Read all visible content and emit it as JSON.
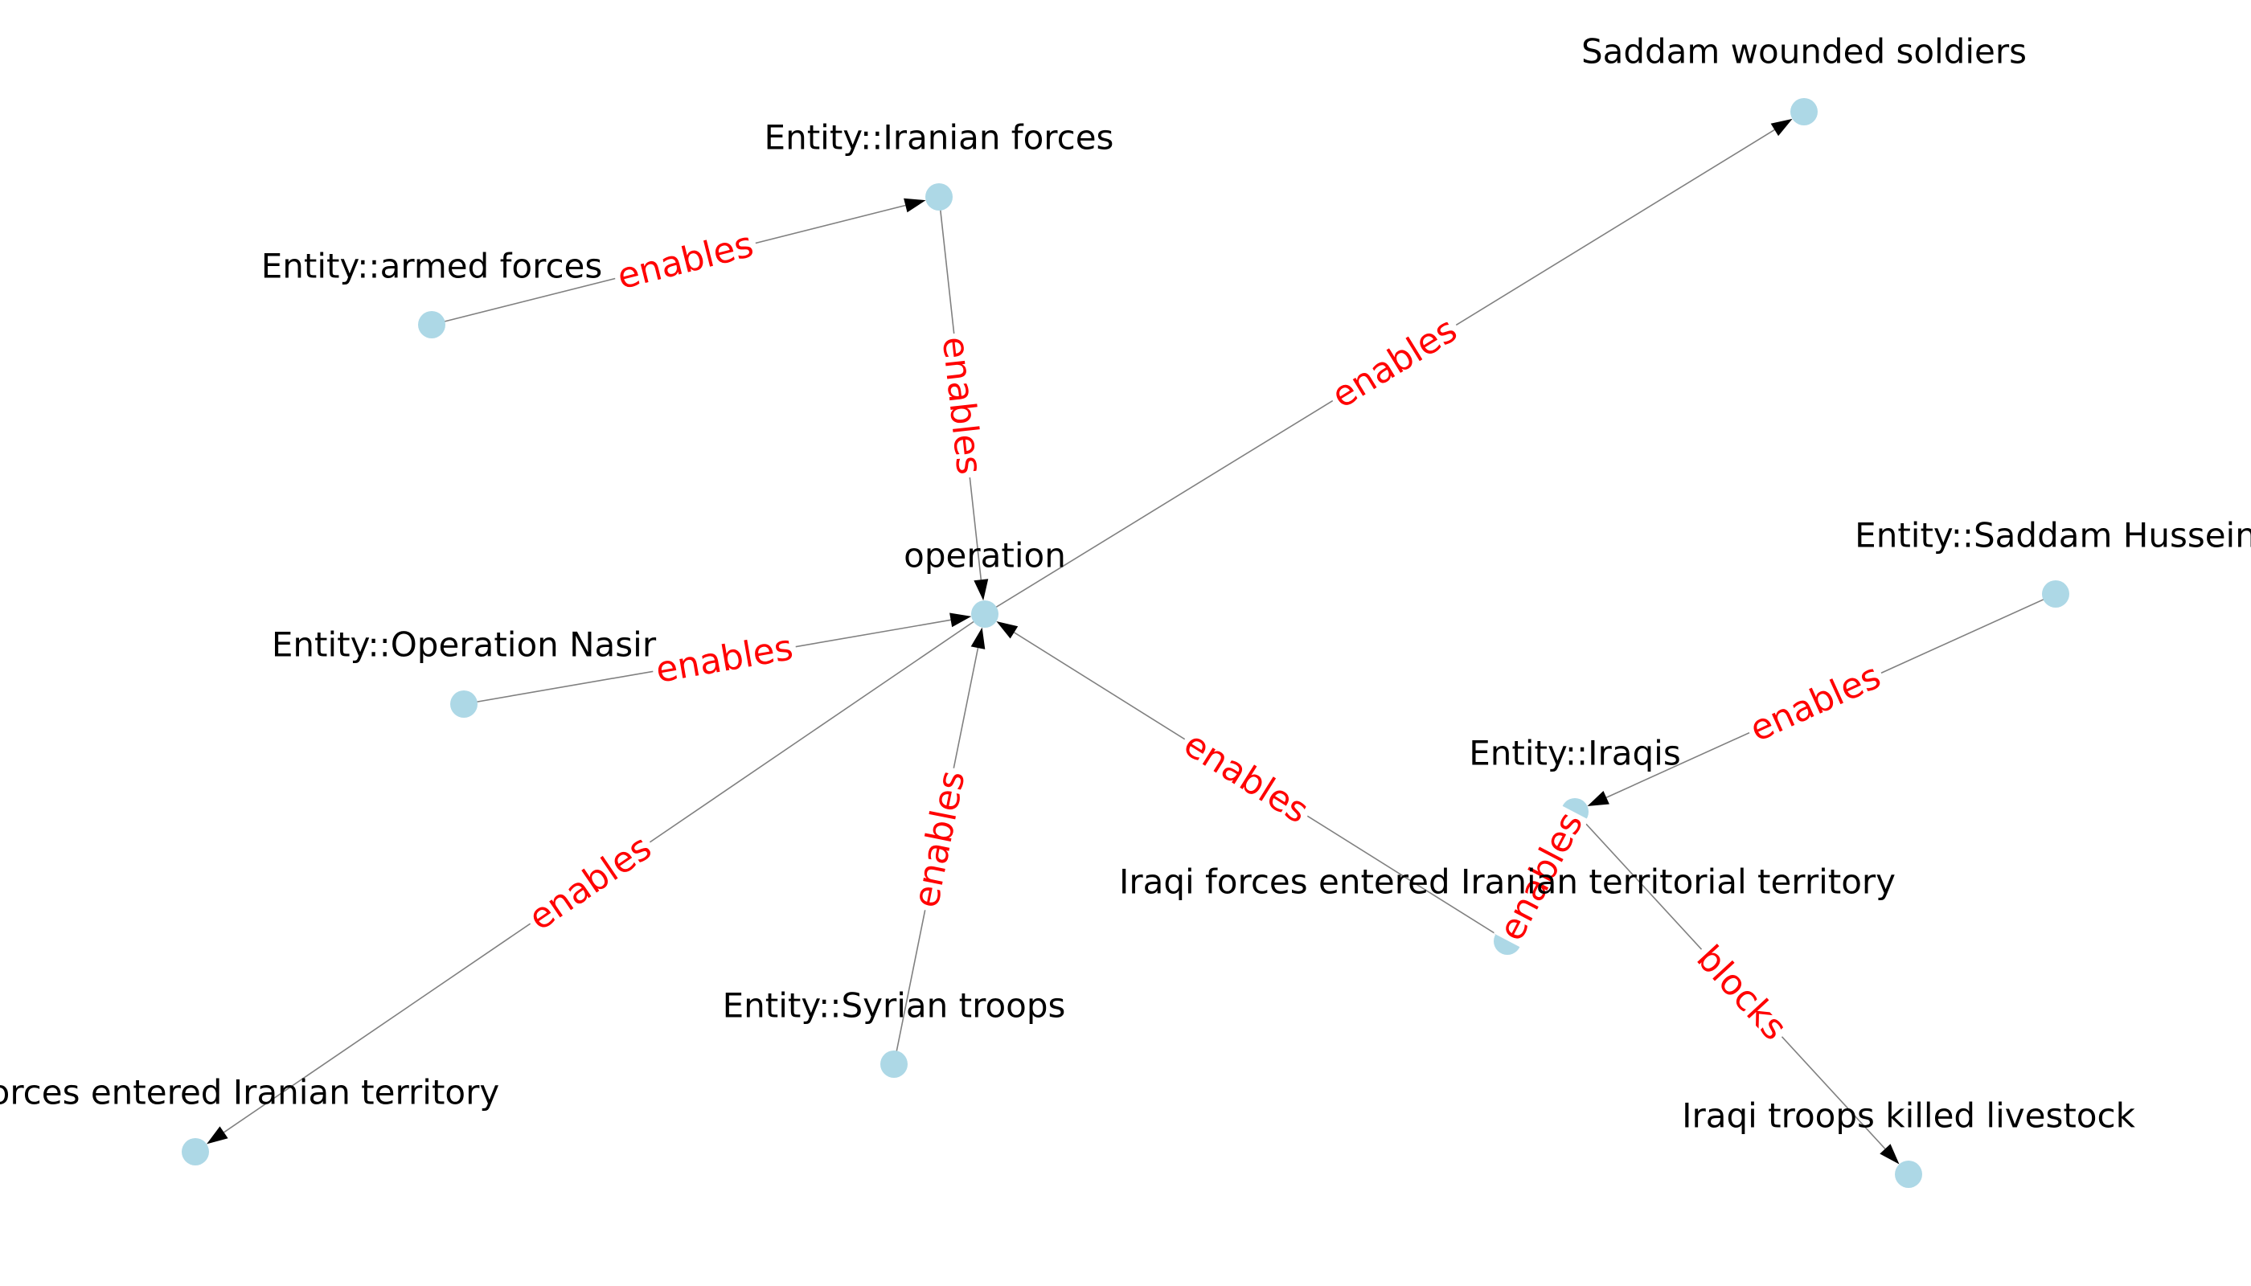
{
  "colors": {
    "node": "#add8e6",
    "edge": "#808080",
    "edge_label": "#ff0000",
    "node_label": "#000000",
    "arrow": "#000000"
  },
  "nodes": {
    "armed": {
      "label": "Entity::armed forces"
    },
    "iranian": {
      "label": "Entity::Iranian forces"
    },
    "operation": {
      "label": "operation"
    },
    "saddam_wounded": {
      "label": "Saddam wounded soldiers"
    },
    "nasir": {
      "label": "Entity::Operation Nasir"
    },
    "saddam_hussein": {
      "label": "Entity::Saddam Hussein"
    },
    "iraqis": {
      "label": "Entity::Iraqis"
    },
    "iraqi_entered_terr": {
      "label": "Iraqi forces entered Iranian territorial territory"
    },
    "syrian": {
      "label": "Entity::Syrian troops"
    },
    "forces_entered": {
      "label": "Iraqi forces entered Iranian territory"
    },
    "livestock": {
      "label": "Iraqi troops killed livestock"
    }
  },
  "edges": [
    {
      "source": "armed",
      "target": "iranian",
      "label": "enables"
    },
    {
      "source": "iranian",
      "target": "operation",
      "label": "enables"
    },
    {
      "source": "operation",
      "target": "saddam_wounded",
      "label": "enables"
    },
    {
      "source": "nasir",
      "target": "operation",
      "label": "enables"
    },
    {
      "source": "operation",
      "target": "forces_entered",
      "label": "enables"
    },
    {
      "source": "syrian",
      "target": "operation",
      "label": "enables"
    },
    {
      "source": "iraqi_entered_terr",
      "target": "operation",
      "label": "enables"
    },
    {
      "source": "saddam_hussein",
      "target": "iraqis",
      "label": "enables"
    },
    {
      "source": "iraqi_entered_terr",
      "target": "iraqis",
      "label": "enables"
    },
    {
      "source": "iraqis",
      "target": "livestock",
      "label": "blocks"
    }
  ]
}
